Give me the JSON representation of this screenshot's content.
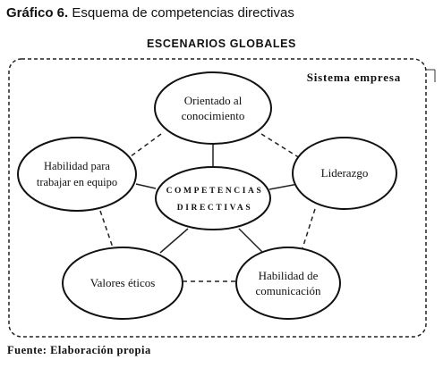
{
  "figure": {
    "title_prefix": "Gráfico 6.",
    "title_text": " Esquema de competencias directivas",
    "outer_label": "ESCENARIOS GLOBALES",
    "inner_label": "Sistema empresa",
    "source": "Fuente: Elaboración propia"
  },
  "nodes": {
    "center_line1": "COMPETENCIAS",
    "center_line2": "DIRECTIVAS",
    "conocimiento_line1": "Orientado al",
    "conocimiento_line2": "conocimiento",
    "liderazgo": "Liderazgo",
    "comunicacion_line1": "Habilidad de",
    "comunicacion_line2": "comunicación",
    "valores": "Valores éticos",
    "equipo_line1": "Habilidad para",
    "equipo_line2": "trabajar en equipo"
  }
}
